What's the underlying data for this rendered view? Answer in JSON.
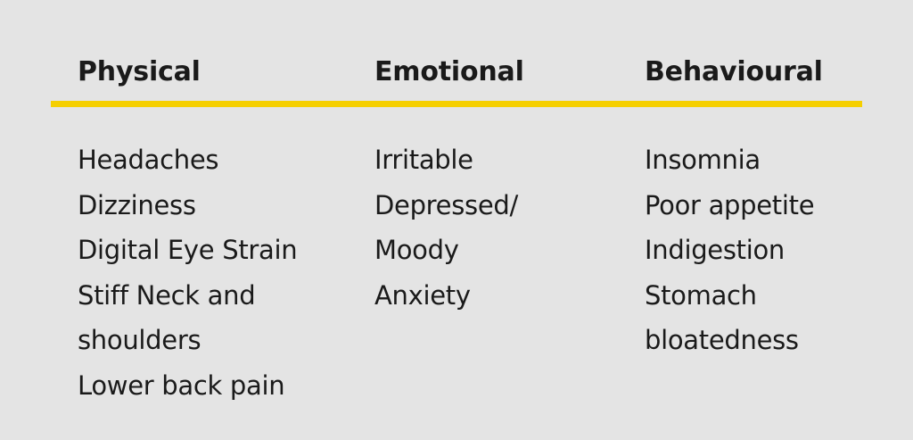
{
  "accent_color": "#f5cf00",
  "columns": [
    {
      "heading": "Physical",
      "items": [
        "Headaches",
        "Dizziness",
        "Digital Eye Strain",
        "Stiff Neck and",
        "shoulders",
        "Lower back pain"
      ]
    },
    {
      "heading": "Emotional",
      "items": [
        "Irritable",
        "Depressed/",
        "Moody",
        "Anxiety"
      ]
    },
    {
      "heading": "Behavioural",
      "items": [
        "Insomnia",
        "Poor appetite",
        "Indigestion",
        "Stomach",
        "bloatedness"
      ]
    }
  ]
}
